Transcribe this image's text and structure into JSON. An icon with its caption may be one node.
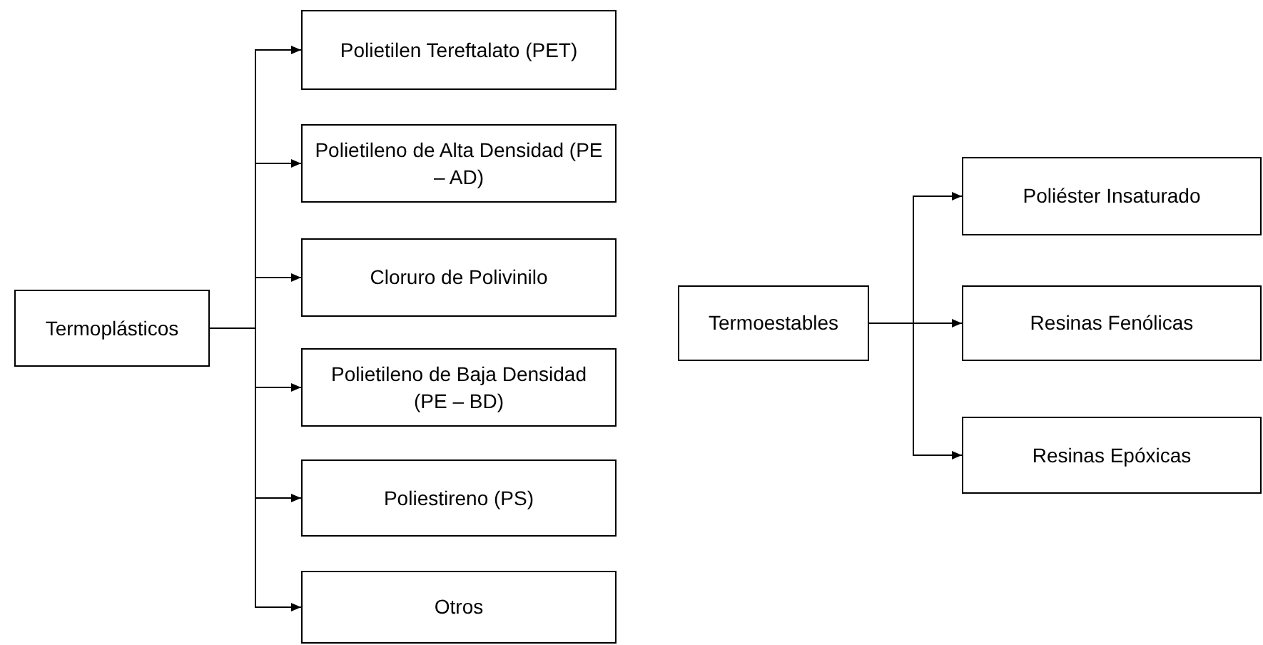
{
  "diagram": {
    "nodes": [
      {
        "text": [
          "Termoplásticos"
        ]
      },
      {
        "text": [
          "Polietilen Tereftalato (PET)"
        ]
      },
      {
        "text": [
          "Polietileno de Alta Densidad (PE – AD)"
        ]
      },
      {
        "text": [
          "Cloruro de Polivinilo"
        ]
      },
      {
        "text": [
          "Polietileno de Baja Densidad (PE – BD)"
        ]
      },
      {
        "text": [
          "Poliestireno (PS)"
        ]
      },
      {
        "text": [
          "Otros"
        ]
      },
      {
        "text": [
          "Termoestables"
        ]
      },
      {
        "text": [
          "Poliéster Insaturado"
        ]
      },
      {
        "text": [
          "Resinas Fenólicas"
        ]
      },
      {
        "text": [
          "Resinas Epóxicas"
        ]
      }
    ],
    "edges": [
      {
        "from": 0,
        "to": 1,
        "arrow": "to"
      },
      {
        "from": 0,
        "to": 2,
        "arrow": "to"
      },
      {
        "from": 0,
        "to": 3,
        "arrow": "to"
      },
      {
        "from": 0,
        "to": 4,
        "arrow": "to"
      },
      {
        "from": 0,
        "to": 5,
        "arrow": "to"
      },
      {
        "from": 0,
        "to": 6,
        "arrow": "to"
      },
      {
        "from": 7,
        "to": 8,
        "arrow": "to"
      },
      {
        "from": 7,
        "to": 9,
        "arrow": "to"
      },
      {
        "from": 7,
        "to": 10,
        "arrow": "to"
      }
    ]
  }
}
